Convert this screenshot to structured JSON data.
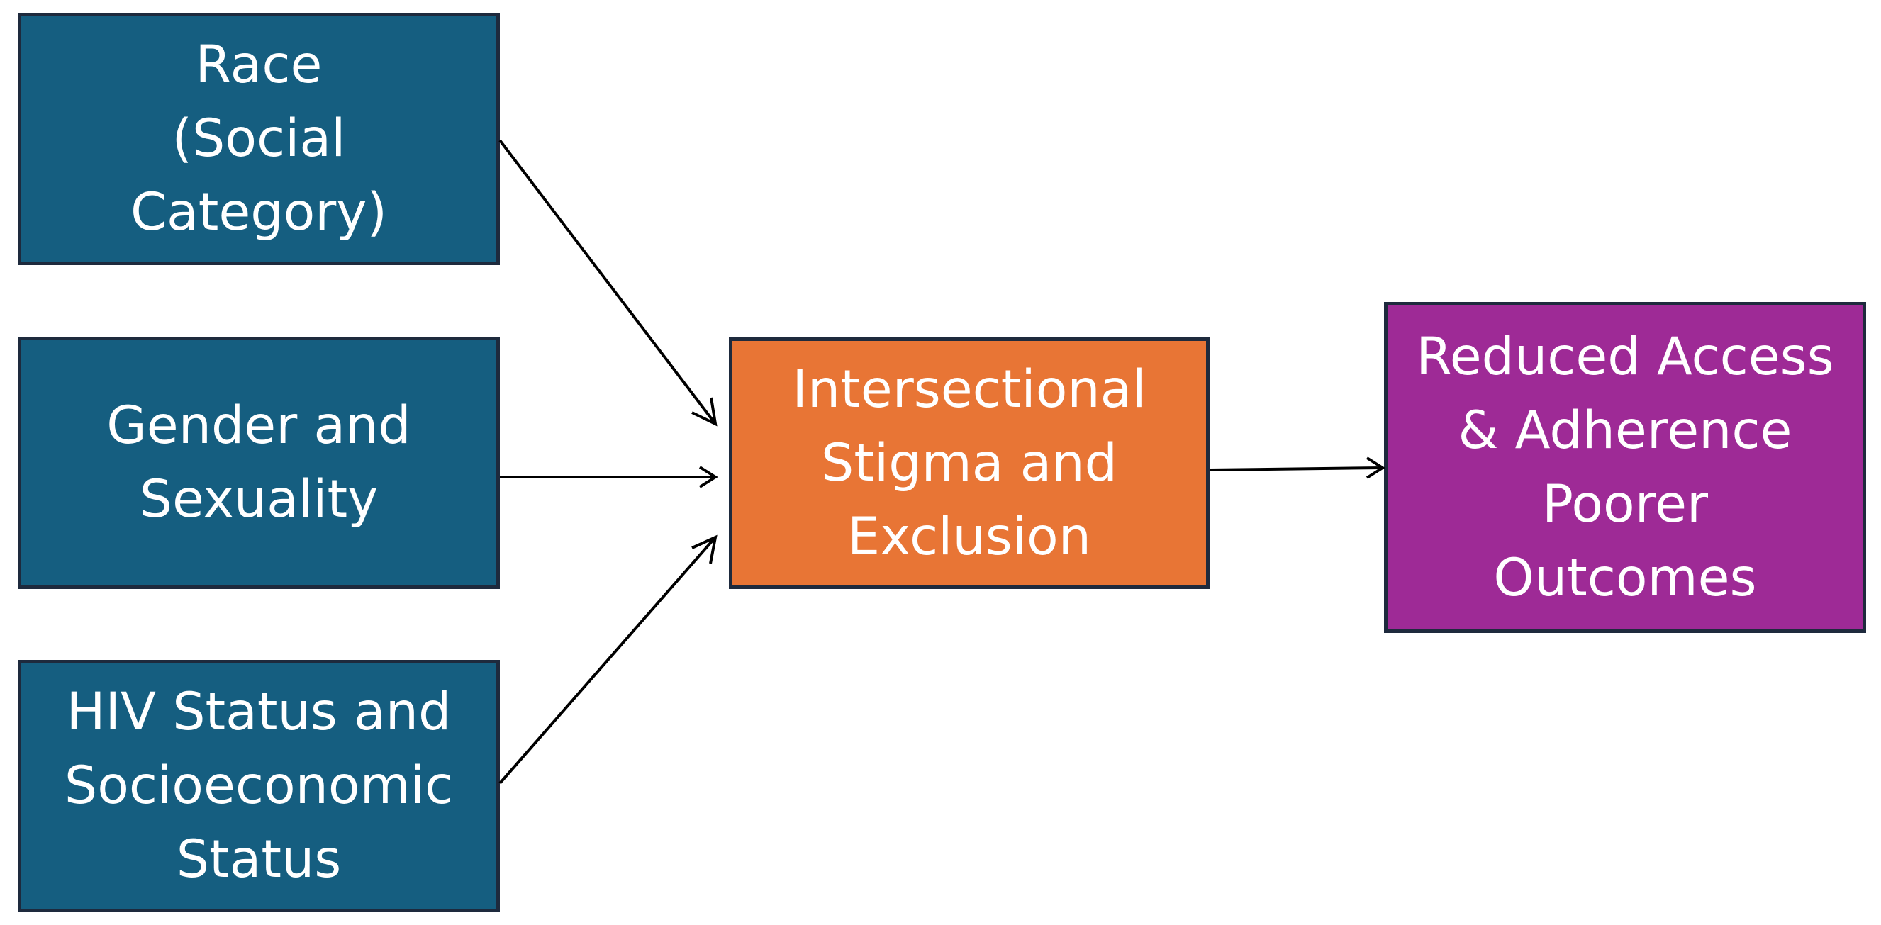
{
  "nodes": {
    "race": {
      "lines": [
        "Race",
        "(Social",
        "Category)"
      ]
    },
    "gender": {
      "lines": [
        "Gender and",
        "Sexuality"
      ]
    },
    "hiv": {
      "lines": [
        "HIV Status and",
        "Socioeconomic",
        "Status"
      ]
    },
    "stigma": {
      "lines": [
        "Intersectional",
        "Stigma and",
        "Exclusion"
      ]
    },
    "outcome": {
      "lines": [
        "Reduced Access",
        "& Adherence",
        "Poorer",
        "Outcomes"
      ]
    }
  },
  "edges": [
    {
      "from": "race",
      "to": "stigma"
    },
    {
      "from": "gender",
      "to": "stigma"
    },
    {
      "from": "hiv",
      "to": "stigma"
    },
    {
      "from": "stigma",
      "to": "outcome"
    }
  ],
  "colors": {
    "input_box": "#155e80",
    "mediator_box": "#e87535",
    "outcome_box": "#9e2a96",
    "border": "#1e2a3d",
    "text": "#ffffff",
    "arrow": "#000000"
  }
}
